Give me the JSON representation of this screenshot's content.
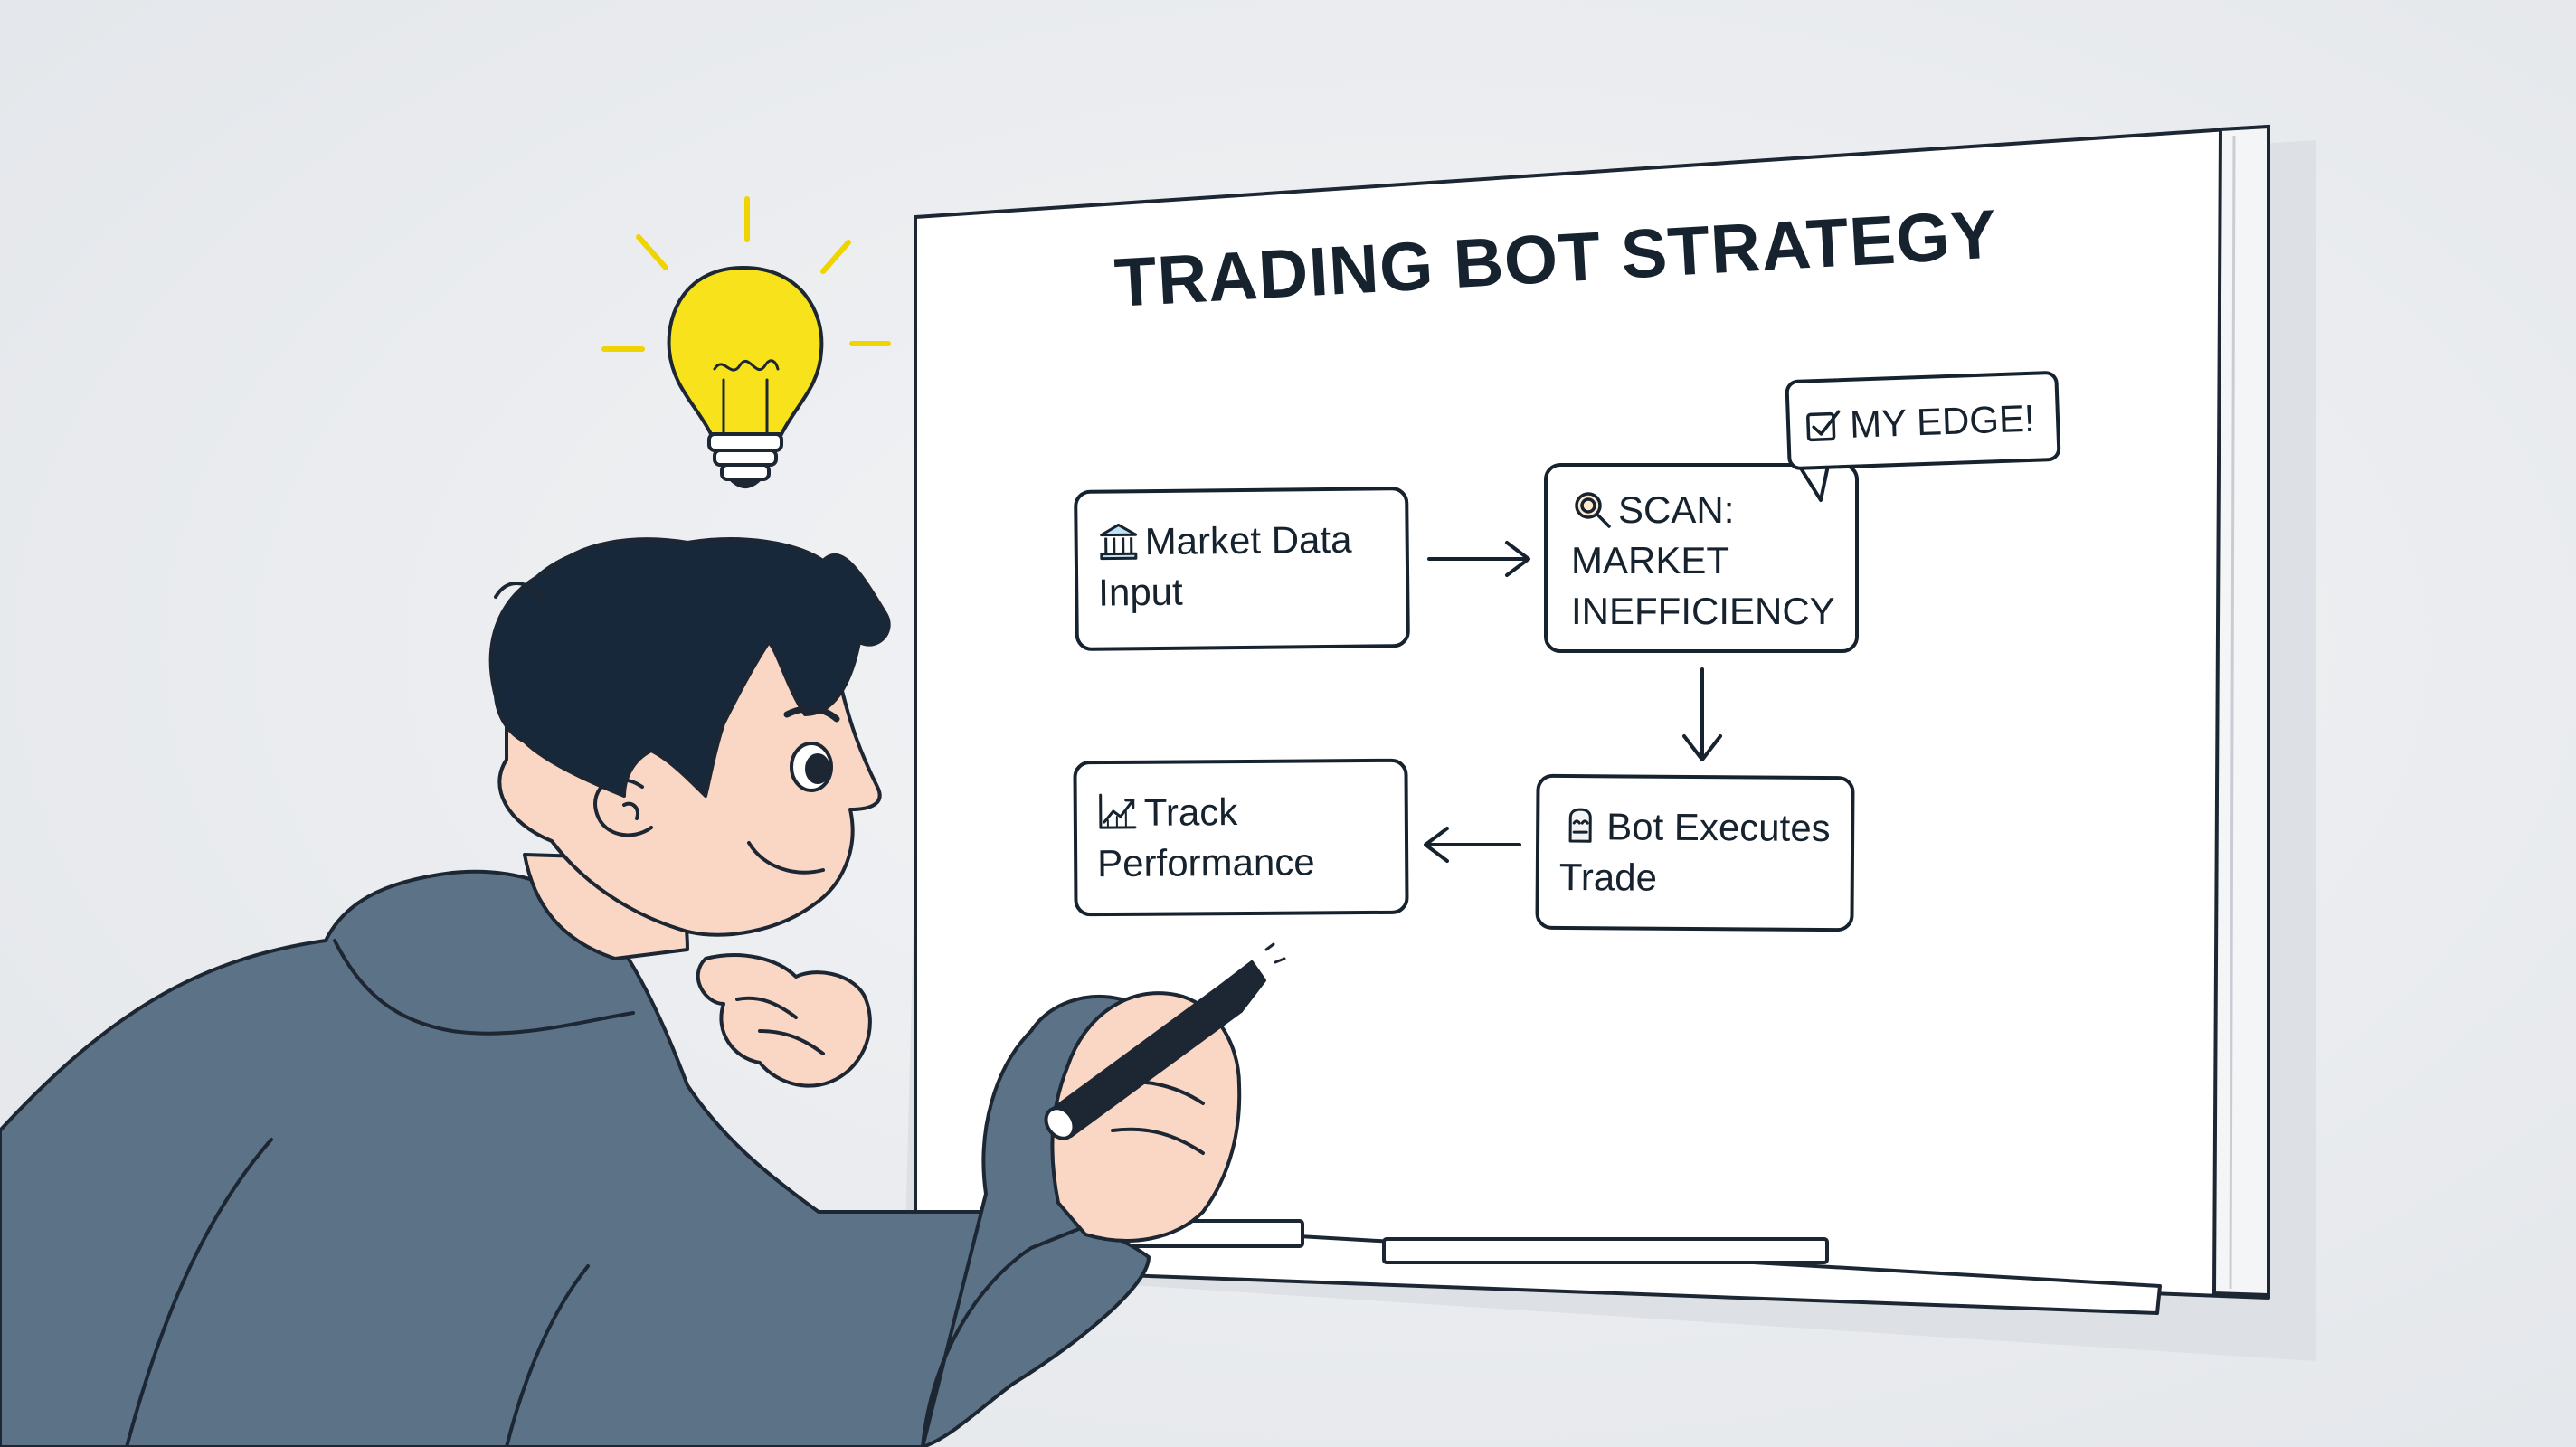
{
  "board": {
    "title": "TRADING BOT STRATEGY"
  },
  "flow": {
    "market_data": {
      "label": "Market Data\nInput",
      "icon": "bank-icon"
    },
    "scan": {
      "label": "SCAN:\nMARKET\nINEFFICIENCY",
      "icon": "magnifier-icon"
    },
    "execute": {
      "label": "Bot Executes\nTrade",
      "icon": "robot-icon"
    },
    "track": {
      "label": "Track\nPerformance",
      "icon": "chart-up-icon"
    }
  },
  "callout": {
    "label": "MY EDGE!",
    "icon": "checkbox-icon"
  },
  "colors": {
    "background": "#eceef1",
    "ink": "#16222e",
    "hoodie": "#5c7287",
    "hair": "#17283a",
    "skin": "#fad6c4",
    "bulb": "#f7e21c"
  }
}
